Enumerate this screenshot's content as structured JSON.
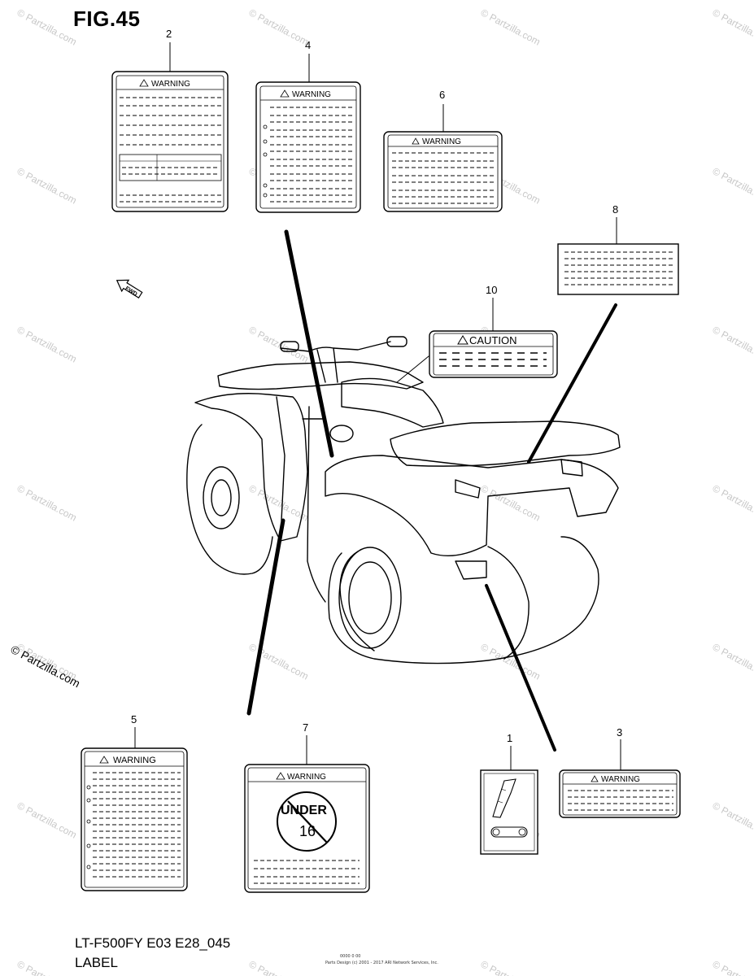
{
  "figure": {
    "title": "FIG.45",
    "model_code": "LT-F500FY E03 E28_045",
    "section_name": "LABEL",
    "copyright": "© Partzilla.com",
    "watermark_text": "© Partzilla.com",
    "fine_print_1": "0000 0 00",
    "fine_print_2": "Parts Design (c) 2001 - 2017 ARI Network Services, Inc."
  },
  "labels": {
    "warning_text": "WARNING",
    "caution_text": "CAUTION",
    "under_top": "UNDER",
    "under_age": "16",
    "fwd_text": "FWD"
  },
  "callouts": [
    "1",
    "2",
    "3",
    "4",
    "5",
    "6",
    "7",
    "8",
    "10"
  ],
  "colors": {
    "line": "#000000",
    "watermark": "#c8c8c8",
    "background": "#ffffff"
  }
}
